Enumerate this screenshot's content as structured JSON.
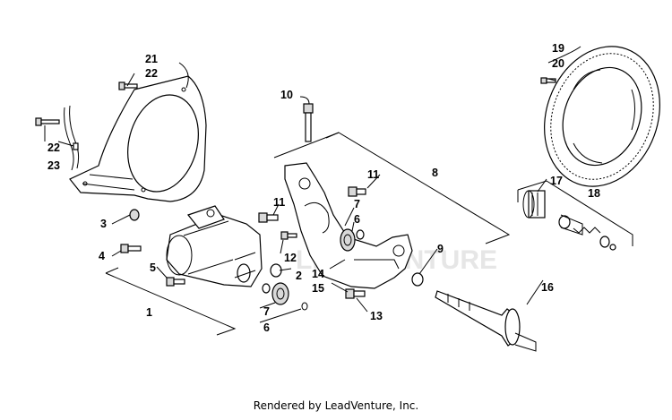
{
  "watermark": "LEADVENTURE",
  "footer": "Rendered by LeadVenture, Inc.",
  "callouts": [
    "21",
    "22",
    "22",
    "23",
    "10",
    "19",
    "20",
    "8",
    "11",
    "11",
    "7",
    "6",
    "3",
    "12",
    "4",
    "5",
    "2",
    "14",
    "15",
    "13",
    "9",
    "17",
    "18",
    "16",
    "1",
    "7",
    "6"
  ]
}
